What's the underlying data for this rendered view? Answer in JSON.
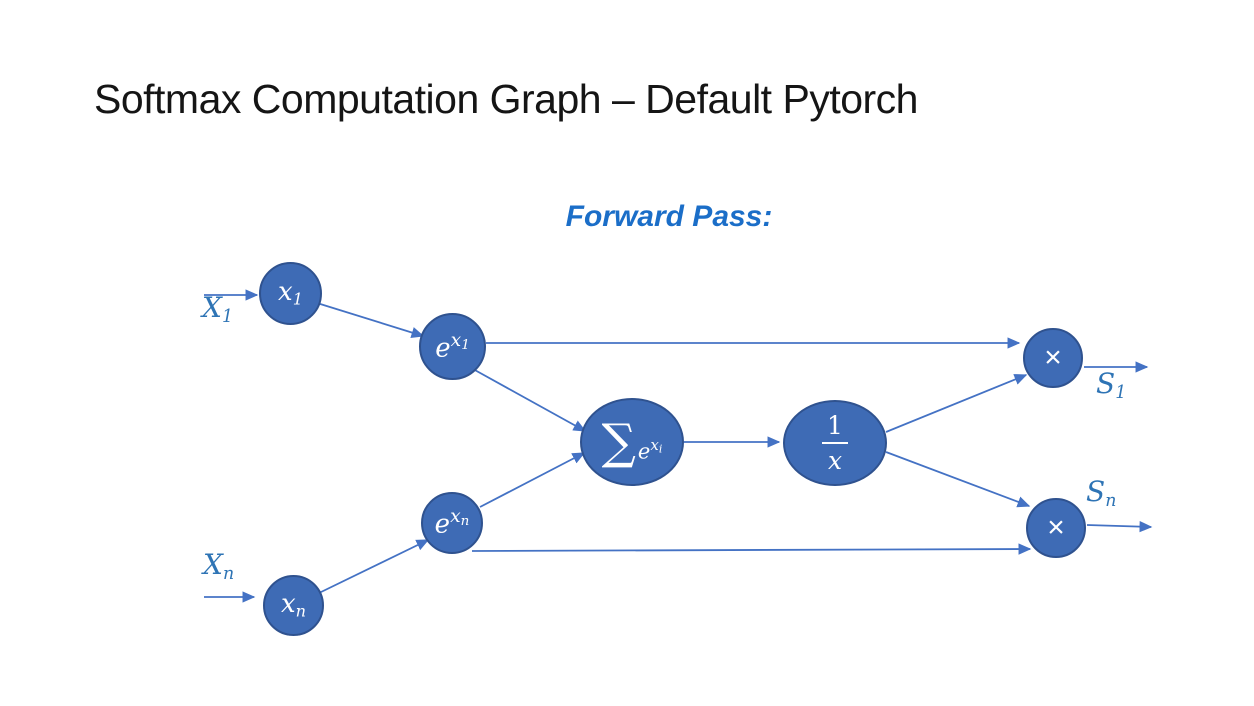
{
  "title": "Softmax Computation Graph – Default Pytorch",
  "subtitle": "Forward Pass:",
  "colors": {
    "title_color": "#151515",
    "subtitle_blue": "#1b6ec8",
    "label_blue": "#2e74b5",
    "node_fill": "#3e6bb5",
    "node_border": "#2f528f",
    "edge": "#4472c4"
  },
  "nodes": {
    "x1": {
      "base": "x",
      "sub": "1"
    },
    "xn": {
      "base": "x",
      "sub": "n"
    },
    "ex1": {
      "base": "e",
      "sup": "x",
      "supsub": "1"
    },
    "exn": {
      "base": "e",
      "sup": "x",
      "supsub": "n"
    },
    "sum": {
      "sigma": "∑",
      "base": "e",
      "sup": "x",
      "supsub": "i"
    },
    "inv": {
      "num": "1",
      "den": "x"
    },
    "mult1": {
      "symbol": "×"
    },
    "mult2": {
      "symbol": "×"
    }
  },
  "io_labels": {
    "x1_in": {
      "base": "X",
      "sub": "1"
    },
    "xn_in": {
      "base": "X",
      "sub": "n"
    },
    "s1_out": {
      "base": "S",
      "sub": "1"
    },
    "sn_out": {
      "base": "S",
      "sub": "n"
    }
  }
}
